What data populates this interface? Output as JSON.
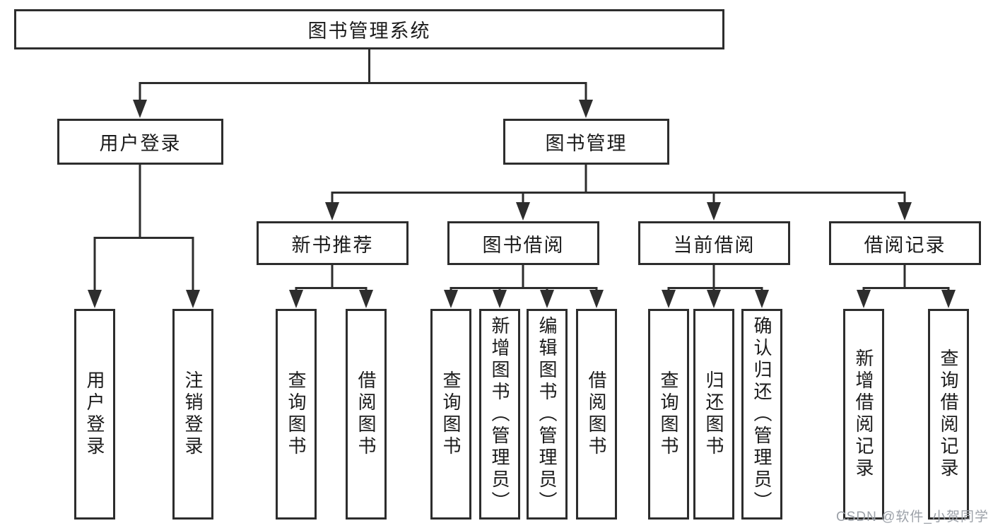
{
  "diagram": {
    "root": {
      "label": "图书管理系统"
    },
    "user_branch": {
      "label": "用户登录",
      "leaves": [
        "用户登录",
        "注销登录"
      ]
    },
    "book_branch": {
      "label": "图书管理",
      "groups": [
        {
          "label": "新书推荐",
          "leaves": [
            "查询图书",
            "借阅图书"
          ]
        },
        {
          "label": "图书借阅",
          "leaves": [
            "查询图书",
            "新增图书（管理员）",
            "编辑图书（管理员）",
            "借阅图书"
          ]
        },
        {
          "label": "当前借阅",
          "leaves": [
            "查询图书",
            "归还图书",
            "确认归还（管理员）"
          ]
        },
        {
          "label": "借阅记录",
          "leaves": [
            "新增借阅记录",
            "查询借阅记录"
          ]
        }
      ]
    }
  },
  "colors": {
    "line": "#2d2d2d",
    "text": "#1b1b1b",
    "background": "#ffffff",
    "watermark": "#9ca1a8"
  },
  "watermark": {
    "text": "CSDN @软件_小贺同学"
  }
}
